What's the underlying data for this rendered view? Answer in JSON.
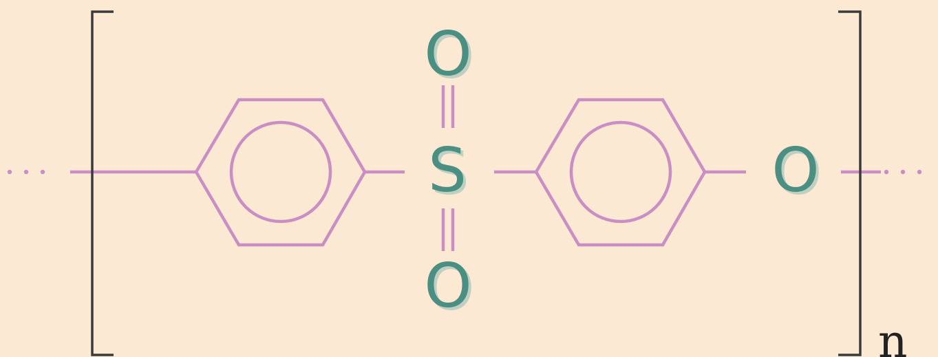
{
  "colors": {
    "background": "#FCE9D3",
    "bond": "#C98EC4",
    "atom": "#4A8F82",
    "atom_shadow": "#BFD0C2",
    "bracket": "#3A3A3A"
  },
  "atoms": {
    "sulfur": "S",
    "oxygen_top": "O",
    "oxygen_bottom": "O",
    "oxygen_ether": "O"
  },
  "repeat_subscript": "n",
  "continuation": {
    "left": "···",
    "right": "···"
  }
}
